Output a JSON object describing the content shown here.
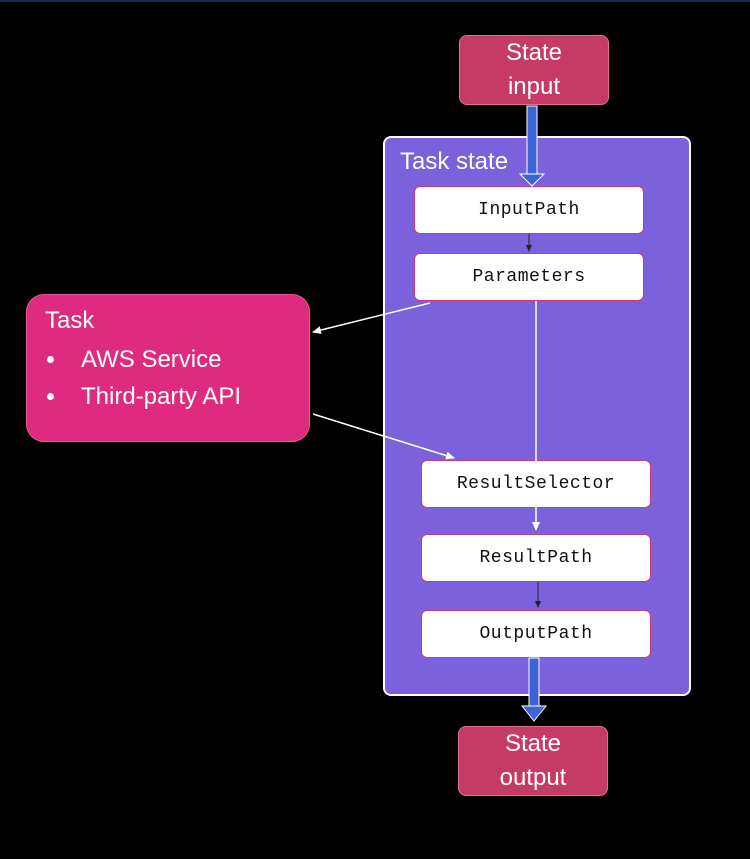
{
  "state_input": {
    "line1": "State",
    "line2": "input"
  },
  "state_output": {
    "line1": "State",
    "line2": "output"
  },
  "task_state": {
    "title": "Task state",
    "steps": [
      "InputPath",
      "Parameters",
      "ResultSelector",
      "ResultPath",
      "OutputPath"
    ]
  },
  "task": {
    "title": "Task",
    "items": [
      "AWS Service",
      "Third-party API"
    ]
  },
  "colors": {
    "background": "#000000",
    "state_io_fill": "#c63b66",
    "task_state_fill": "#7b61db",
    "task_fill": "#de2a7f",
    "step_fill": "#ffffff",
    "step_border": "#c83a78",
    "main_arrow": "#3d63d8"
  }
}
